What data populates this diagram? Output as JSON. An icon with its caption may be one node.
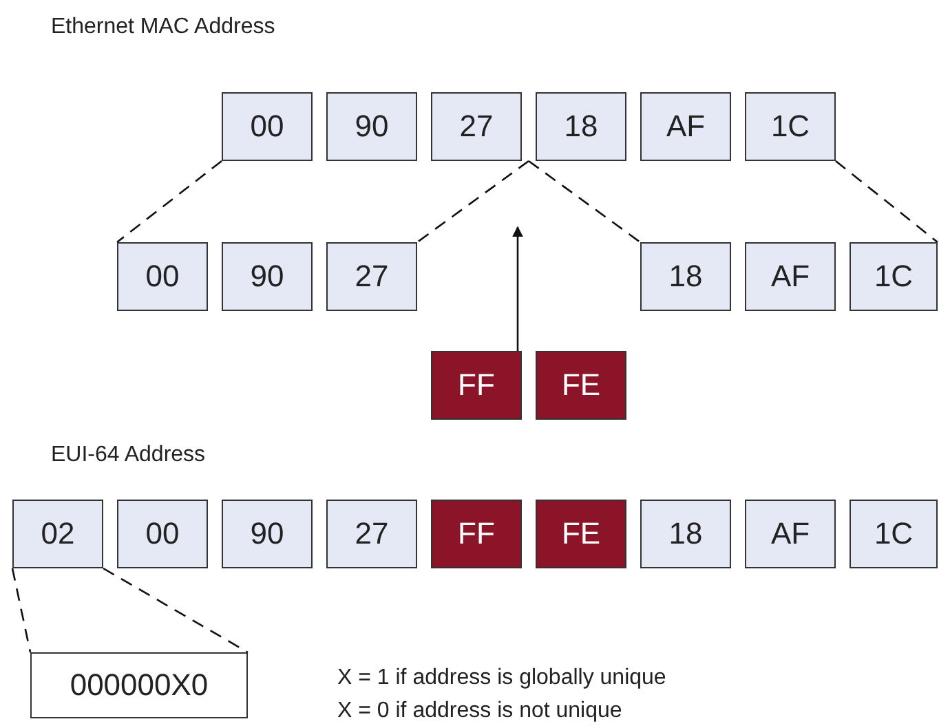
{
  "diagram": {
    "nodes": [
      {
        "text": [
          "00"
        ]
      },
      {
        "text": [
          "90"
        ]
      },
      {
        "text": [
          "27"
        ]
      },
      {
        "text": [
          "18"
        ]
      },
      {
        "text": [
          "AF"
        ]
      },
      {
        "text": [
          "1C"
        ]
      },
      {
        "text": [
          "00"
        ]
      },
      {
        "text": [
          "90"
        ]
      },
      {
        "text": [
          "27"
        ]
      },
      {
        "text": [
          "18"
        ]
      },
      {
        "text": [
          "AF"
        ]
      },
      {
        "text": [
          "1C"
        ]
      },
      {
        "text": [
          "FF"
        ]
      },
      {
        "text": [
          "FE"
        ]
      },
      {
        "text": [
          "02"
        ]
      },
      {
        "text": [
          "00"
        ]
      },
      {
        "text": [
          "90"
        ]
      },
      {
        "text": [
          "27"
        ]
      },
      {
        "text": [
          "FF"
        ]
      },
      {
        "text": [
          "FE"
        ]
      },
      {
        "text": [
          "18"
        ]
      },
      {
        "text": [
          "AF"
        ]
      },
      {
        "text": [
          "1C"
        ]
      },
      {
        "text": [
          "000000X0"
        ]
      }
    ],
    "edges": [
      {
        "from": 0,
        "to": 6,
        "arrow": "none",
        "style": "dashed"
      },
      {
        "from": 2,
        "to": 8,
        "arrow": "none",
        "style": "dashed"
      },
      {
        "from": 3,
        "to": 9,
        "arrow": "none",
        "style": "dashed"
      },
      {
        "from": 5,
        "to": 11,
        "arrow": "none",
        "style": "dashed"
      },
      {
        "from": 12,
        "to": null,
        "arrow": "to"
      },
      {
        "from": 14,
        "to": 23,
        "arrow": "none",
        "style": "dashed"
      },
      {
        "from": 14,
        "to": 23,
        "arrow": "none",
        "style": "dashed"
      }
    ],
    "labels": [
      "Ethernet MAC Address",
      "EUI-64 Address",
      "X = 1 if address is globally unique",
      "X = 0 if address is not unique"
    ]
  }
}
